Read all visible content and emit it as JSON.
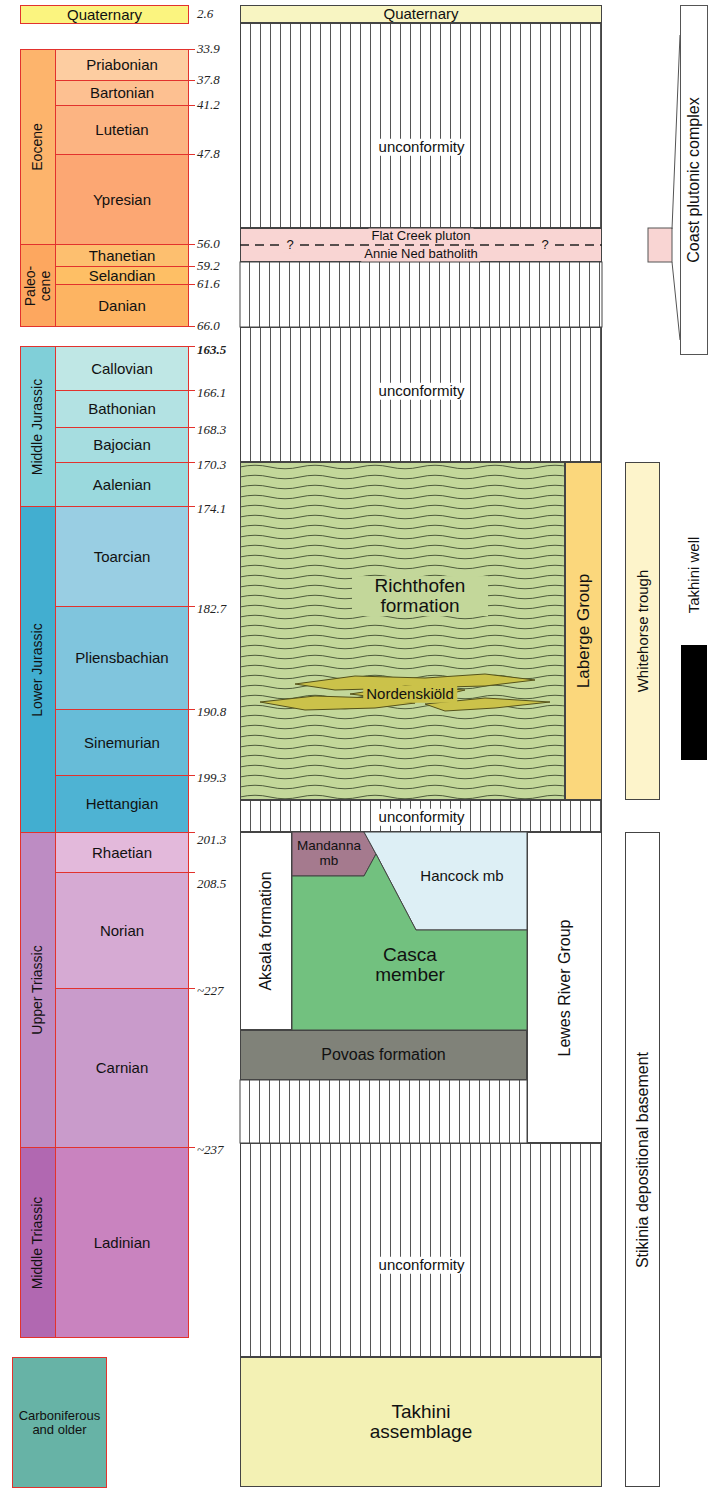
{
  "diagram": {
    "nodes": [
      {
        "text": [
          "Quaternary"
        ]
      },
      {
        "text": [
          "Eocene"
        ]
      },
      {
        "text": [
          "Priabonian"
        ]
      },
      {
        "text": [
          "Bartonian"
        ]
      },
      {
        "text": [
          "Lutetian"
        ]
      },
      {
        "text": [
          "Ypresian"
        ]
      },
      {
        "text": [
          "Paleo- cene"
        ]
      },
      {
        "text": [
          "Thanetian"
        ]
      },
      {
        "text": [
          "Selandian"
        ]
      },
      {
        "text": [
          "Danian"
        ]
      },
      {
        "text": [
          "Middle Jurassic"
        ]
      },
      {
        "text": [
          "Callovian"
        ]
      },
      {
        "text": [
          "Bathonian"
        ]
      },
      {
        "text": [
          "Bajocian"
        ]
      },
      {
        "text": [
          "Aalenian"
        ]
      },
      {
        "text": [
          "Lower Jurassic"
        ]
      },
      {
        "text": [
          "Toarcian"
        ]
      },
      {
        "text": [
          "Pliensbachian"
        ]
      },
      {
        "text": [
          "Sinemurian"
        ]
      },
      {
        "text": [
          "Hettangian"
        ]
      },
      {
        "text": [
          "Upper Triassic"
        ]
      },
      {
        "text": [
          "Rhaetian"
        ]
      },
      {
        "text": [
          "Norian"
        ]
      },
      {
        "text": [
          "Carnian"
        ]
      },
      {
        "text": [
          "Middle Triassic"
        ]
      },
      {
        "text": [
          "Ladinian"
        ]
      },
      {
        "text": [
          "Carboniferous and older"
        ]
      },
      {
        "text": [
          "Quaternary"
        ]
      },
      {
        "text": [
          "unconformity"
        ]
      },
      {
        "text": [
          "Flat Creek pluton",
          "Annie Ned batholith",
          "?",
          "?"
        ]
      },
      {
        "text": [
          "unconformity"
        ]
      },
      {
        "text": [
          "Richthofen formation"
        ]
      },
      {
        "text": [
          "Nordenskiöld"
        ],
        "in": 31
      },
      {
        "text": [
          "Laberge Group"
        ]
      },
      {
        "text": [
          "unconformity"
        ]
      },
      {
        "text": [
          "Aksala formation"
        ]
      },
      {
        "text": [
          "Mandanna mb"
        ]
      },
      {
        "text": [
          "Hancock mb"
        ]
      },
      {
        "text": [
          "Casca member"
        ]
      },
      {
        "text": [
          "Lewes River Group"
        ]
      },
      {
        "text": [
          "Povoas formation"
        ]
      },
      {
        "text": [
          "unconformity"
        ]
      },
      {
        "text": [
          "Takhini assemblage"
        ]
      },
      {
        "text": [
          "Coast plutonic complex"
        ]
      },
      {
        "text": [
          "Whitehorse trough"
        ]
      },
      {
        "text": [
          "Stikinia depositional basement"
        ]
      }
    ],
    "labels": [
      "2.6",
      "33.9",
      "37.8",
      "41.2",
      "47.8",
      "56.0",
      "59.2",
      "61.6",
      "66.0",
      "163.5",
      "166.1",
      "168.3",
      "170.3",
      "174.1",
      "182.7",
      "190.8",
      "199.3",
      "201.3",
      "208.5",
      "~227",
      "~237",
      "Takhini well"
    ]
  }
}
